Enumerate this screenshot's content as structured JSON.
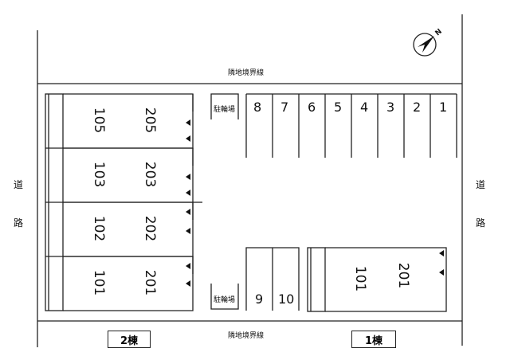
{
  "boundary_labels": {
    "top": "隣地境界線",
    "bottom": "隣地境界線"
  },
  "road_labels": {
    "left": [
      "道",
      "路"
    ],
    "right": [
      "道",
      "路"
    ]
  },
  "buildings": {
    "building2_label": "2棟",
    "building1_label": "1棟",
    "building2_units": [
      {
        "ground": "105",
        "upper": "205"
      },
      {
        "ground": "103",
        "upper": "203"
      },
      {
        "ground": "102",
        "upper": "202"
      },
      {
        "ground": "101",
        "upper": "201"
      }
    ],
    "building1_units": {
      "ground": "101",
      "upper": "201"
    }
  },
  "bicycle_parking": [
    "駐輪場",
    "駐輪場"
  ],
  "parking_spaces": {
    "top_row": [
      "8",
      "7",
      "6",
      "5",
      "4",
      "3",
      "2",
      "1"
    ],
    "bottom_row": [
      "9",
      "10"
    ]
  },
  "compass": {
    "label": "N"
  }
}
